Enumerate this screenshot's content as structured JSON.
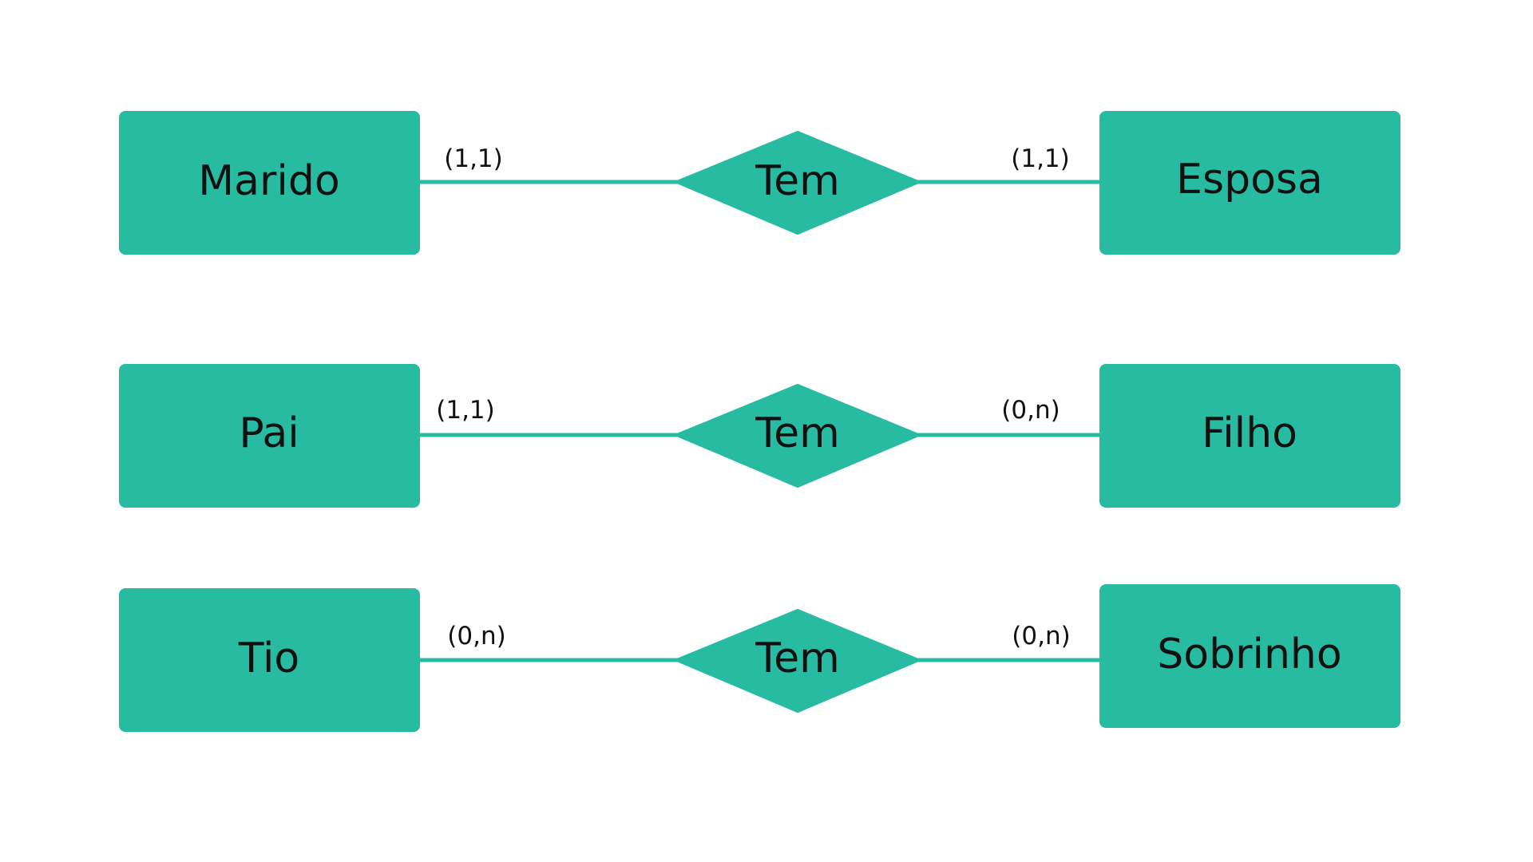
{
  "colors": {
    "accent": "#27bca2",
    "text": "#111111"
  },
  "relationships": [
    {
      "left": {
        "name": "Marido",
        "cardinality": "(1,1)"
      },
      "relation": {
        "name": "Tem"
      },
      "right": {
        "name": "Esposa",
        "cardinality": "(1,1)"
      }
    },
    {
      "left": {
        "name": "Pai",
        "cardinality": "(1,1)"
      },
      "relation": {
        "name": "Tem"
      },
      "right": {
        "name": "Filho",
        "cardinality": "(0,n)"
      }
    },
    {
      "left": {
        "name": "Tio",
        "cardinality": "(0,n)"
      },
      "relation": {
        "name": "Tem"
      },
      "right": {
        "name": "Sobrinho",
        "cardinality": "(0,n)"
      }
    }
  ]
}
